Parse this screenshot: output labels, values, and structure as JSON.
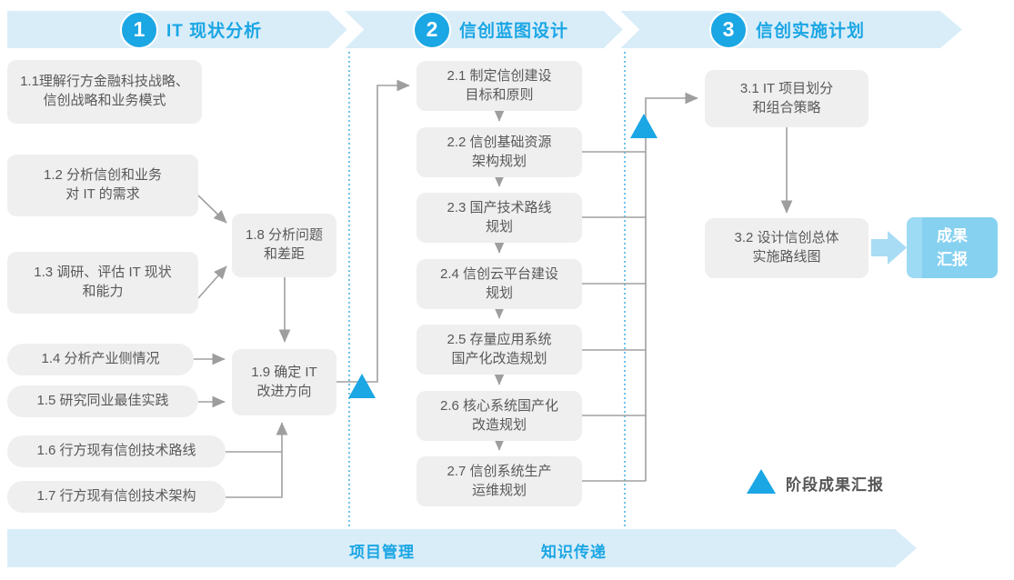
{
  "colors": {
    "accent_blue": "#1BA6E4",
    "banner_bg": "#D9EDF9",
    "box_bg": "#EFEFEF",
    "box_text": "#595959",
    "connector_gray": "#A0A0A0",
    "report_box_bg": "#86D1F0",
    "thick_arrow": "#A8DCF5"
  },
  "phases": [
    {
      "number": "1",
      "title": "IT 现状分析"
    },
    {
      "number": "2",
      "title": "信创蓝图设计"
    },
    {
      "number": "3",
      "title": "信创实施计划"
    }
  ],
  "boxes": {
    "b11": {
      "lines": [
        "1.1理解行方金融科技战略、",
        "信创战略和业务模式"
      ]
    },
    "b12": {
      "lines": [
        "1.2 分析信创和业务",
        "对 IT 的需求"
      ]
    },
    "b13": {
      "lines": [
        "1.3 调研、评估 IT 现状",
        "和能力"
      ]
    },
    "b14": {
      "lines": [
        "1.4 分析产业侧情况"
      ]
    },
    "b15": {
      "lines": [
        "1.5 研究同业最佳实践"
      ]
    },
    "b16": {
      "lines": [
        "1.6 行方现有信创技术路线"
      ]
    },
    "b17": {
      "lines": [
        "1.7 行方现有信创技术架构"
      ]
    },
    "b18": {
      "lines": [
        "1.8 分析问题",
        "和差距"
      ]
    },
    "b19": {
      "lines": [
        "1.9 确定 IT",
        "改进方向"
      ]
    },
    "b21": {
      "lines": [
        "2.1 制定信创建设",
        "目标和原则"
      ]
    },
    "b22": {
      "lines": [
        "2.2 信创基础资源",
        "架构规划"
      ]
    },
    "b23": {
      "lines": [
        "2.3 国产技术路线",
        "规划"
      ]
    },
    "b24": {
      "lines": [
        "2.4 信创云平台建设",
        "规划"
      ]
    },
    "b25": {
      "lines": [
        "2.5 存量应用系统",
        "国产化改造规划"
      ]
    },
    "b26": {
      "lines": [
        "2.6 核心系统国产化",
        "改造规划"
      ]
    },
    "b27": {
      "lines": [
        "2.7 信创系统生产",
        "运维规划"
      ]
    },
    "b31": {
      "lines": [
        "3.1 IT 项目划分",
        "和组合策略"
      ]
    },
    "b32": {
      "lines": [
        "3.2 设计信创总体",
        "实施路线图"
      ]
    }
  },
  "report_box": {
    "lines": [
      "成果",
      "汇报"
    ]
  },
  "legend": {
    "label": "阶段成果汇报"
  },
  "footer": {
    "items": [
      "项目管理",
      "知识传递"
    ]
  }
}
